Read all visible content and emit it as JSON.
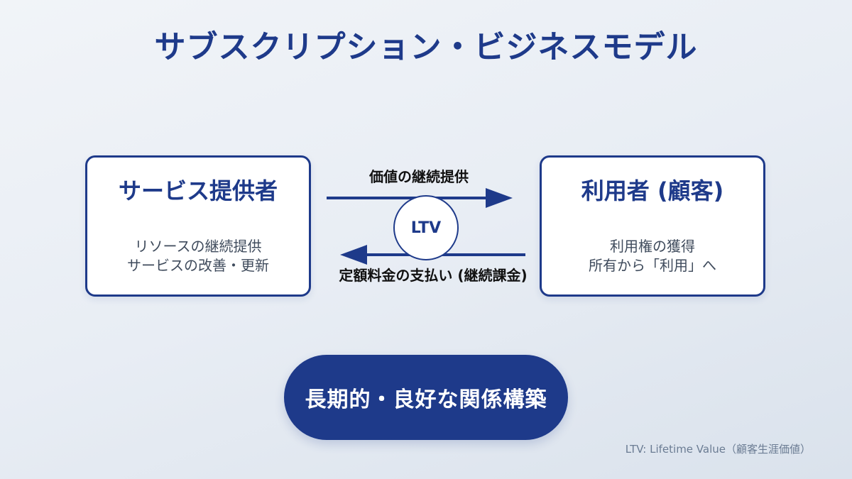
{
  "title": "サブスクリプション・ビジネスモデル",
  "provider": {
    "title": "サービス提供者",
    "desc_lines": [
      "リソースの継続提供",
      "サービスの改善・更新"
    ]
  },
  "customer": {
    "title": "利用者 (顧客)",
    "desc_lines": [
      "利用権の獲得",
      "所有から「利用」へ"
    ]
  },
  "flows": {
    "to_customer": "価値の継続提供",
    "to_provider": "定額料金の支払い (継続課金)"
  },
  "center_badge": "LTV",
  "outcome": "長期的・良好な関係構築",
  "footnote": "LTV: Lifetime Value（顧客生涯価値）",
  "colors": {
    "primary": "#1e3a8a",
    "text_dark": "#111111",
    "text_muted": "#3f4b5c",
    "footnote": "#6b7c93"
  }
}
